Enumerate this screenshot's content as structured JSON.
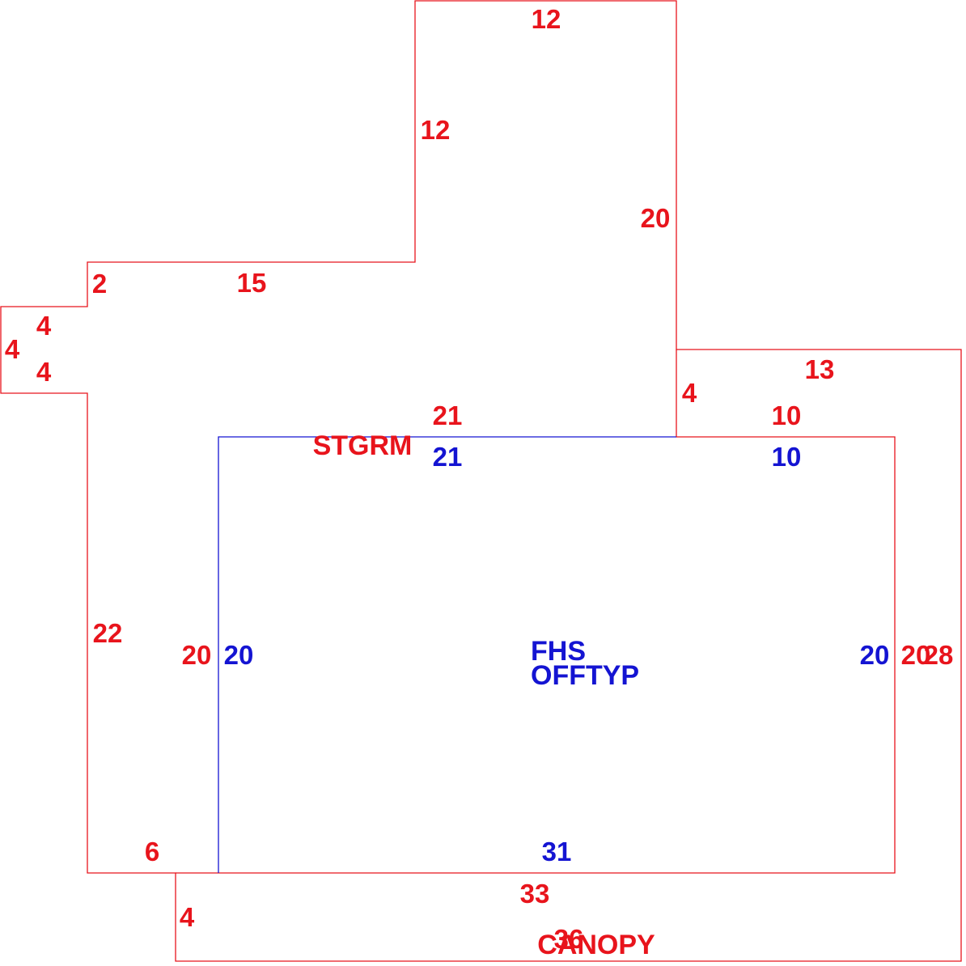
{
  "colors": {
    "outer": "#e8141c",
    "inner": "#1414d2"
  },
  "rooms": {
    "storage": "STGRM",
    "office_line1": "FHS",
    "office_line2": "OFFTYP",
    "canopy": "CANOPY"
  },
  "dimensions": {
    "top_width": "12",
    "upper_left_wall": "12",
    "upper_right_wall": "20",
    "step_rise": "2",
    "step_run": "15",
    "bump_top": "4",
    "bump_side": "4",
    "bump_bottom": "4",
    "annex_top": "13",
    "annex_left": "4",
    "annex_inner_top": "10",
    "storage_bottom": "21",
    "left_wall": "22",
    "storage_inner_side": "20",
    "bottom_left": "6",
    "office_bottom": "33",
    "canopy_left": "4",
    "canopy_width": "36",
    "office_right": "20",
    "annex_right": "28",
    "fhs_top": "21",
    "fhs_top_right": "10",
    "fhs_left": "20",
    "fhs_right": "20",
    "fhs_bottom": "31"
  }
}
